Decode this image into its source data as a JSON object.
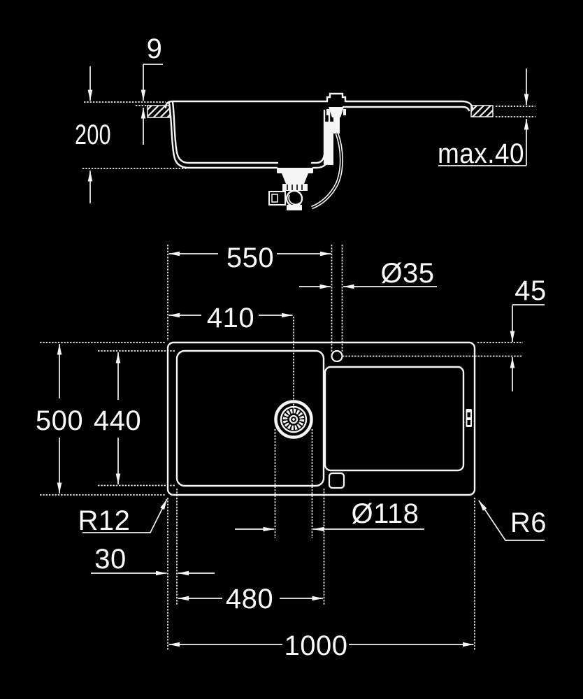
{
  "colors": {
    "background": "#000000",
    "line": "#f5f5f5",
    "text": "#fafafa"
  },
  "views": {
    "section": {
      "label": "side-section-view",
      "dimensions": {
        "rim_height": "9",
        "bowl_depth": "200",
        "max_counter_thickness": "max.40"
      }
    },
    "plan": {
      "label": "top-plan-view",
      "dimensions": {
        "left_edge_to_tap_center": "550",
        "tap_hole_diameter": "Ø35",
        "tap_center_from_top_edge": "45",
        "left_edge_to_drain_center": "410",
        "overall_depth": "500",
        "bowl_inner_depth": "440",
        "bowl_corner_radius": "R12",
        "drain_hole_diameter": "Ø118",
        "outer_corner_radius": "R6",
        "edge_to_bowl_offset": "30",
        "bowl_inner_width": "480",
        "overall_width": "1000"
      }
    }
  }
}
